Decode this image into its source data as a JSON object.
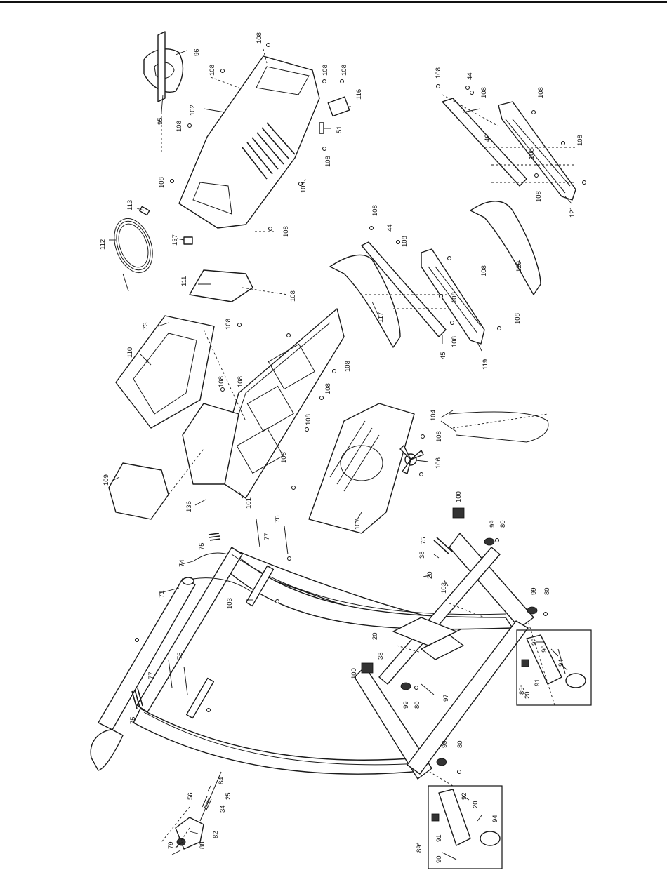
{
  "callouts": [
    {
      "id": "c108a",
      "text": "108"
    },
    {
      "id": "c108b",
      "text": "108"
    },
    {
      "id": "c108c",
      "text": "108"
    },
    {
      "id": "c108d",
      "text": "108"
    },
    {
      "id": "c108e",
      "text": "108"
    },
    {
      "id": "c108f",
      "text": "108"
    },
    {
      "id": "c108g",
      "text": "108"
    },
    {
      "id": "c108h",
      "text": "108"
    },
    {
      "id": "c108i",
      "text": "108"
    },
    {
      "id": "c108j",
      "text": "108"
    },
    {
      "id": "c108k",
      "text": "108"
    },
    {
      "id": "c108l",
      "text": "108"
    },
    {
      "id": "c108m",
      "text": "108"
    },
    {
      "id": "c108n",
      "text": "108"
    },
    {
      "id": "c108o",
      "text": "108"
    },
    {
      "id": "c108p",
      "text": "108"
    },
    {
      "id": "c108q",
      "text": "108"
    },
    {
      "id": "c108r",
      "text": "108"
    },
    {
      "id": "c108s",
      "text": "108"
    },
    {
      "id": "c108t",
      "text": "108"
    },
    {
      "id": "c108u",
      "text": "108"
    },
    {
      "id": "c108v",
      "text": "108"
    },
    {
      "id": "c108w",
      "text": "108"
    },
    {
      "id": "c108x",
      "text": "108"
    },
    {
      "id": "c108y",
      "text": "108"
    },
    {
      "id": "c108z",
      "text": "108"
    },
    {
      "id": "c108aa",
      "text": "108"
    },
    {
      "id": "c108ab",
      "text": "108"
    },
    {
      "id": "c108ac",
      "text": "108"
    },
    {
      "id": "c108ad",
      "text": "108"
    },
    {
      "id": "c96",
      "text": "96"
    },
    {
      "id": "c95",
      "text": "95"
    },
    {
      "id": "c102",
      "text": "102"
    },
    {
      "id": "c116",
      "text": "116"
    },
    {
      "id": "c51",
      "text": "51"
    },
    {
      "id": "c44a",
      "text": "44"
    },
    {
      "id": "c44b",
      "text": "44"
    },
    {
      "id": "c46",
      "text": "46"
    },
    {
      "id": "c45",
      "text": "45"
    },
    {
      "id": "c121",
      "text": "121"
    },
    {
      "id": "c120",
      "text": "120"
    },
    {
      "id": "c119",
      "text": "119"
    },
    {
      "id": "c117",
      "text": "117"
    },
    {
      "id": "c113",
      "text": "113"
    },
    {
      "id": "c112",
      "text": "112"
    },
    {
      "id": "c137",
      "text": "137"
    },
    {
      "id": "c111",
      "text": "111"
    },
    {
      "id": "c73",
      "text": "73"
    },
    {
      "id": "c110",
      "text": "110"
    },
    {
      "id": "c109",
      "text": "109"
    },
    {
      "id": "c101",
      "text": "101"
    },
    {
      "id": "c136",
      "text": "136"
    },
    {
      "id": "c104",
      "text": "104"
    },
    {
      "id": "c106",
      "text": "106"
    },
    {
      "id": "c107",
      "text": "107"
    },
    {
      "id": "c100a",
      "text": "100"
    },
    {
      "id": "c100b",
      "text": "100"
    },
    {
      "id": "c99a",
      "text": "99"
    },
    {
      "id": "c99b",
      "text": "99"
    },
    {
      "id": "c99c",
      "text": "99"
    },
    {
      "id": "c99d",
      "text": "99"
    },
    {
      "id": "c80a",
      "text": "80"
    },
    {
      "id": "c80b",
      "text": "80"
    },
    {
      "id": "c80c",
      "text": "80"
    },
    {
      "id": "c80d",
      "text": "80"
    },
    {
      "id": "c75a",
      "text": "75"
    },
    {
      "id": "c75b",
      "text": "75"
    },
    {
      "id": "c75c",
      "text": "75"
    },
    {
      "id": "c76a",
      "text": "76"
    },
    {
      "id": "c76b",
      "text": "76"
    },
    {
      "id": "c77a",
      "text": "77"
    },
    {
      "id": "c77b",
      "text": "77"
    },
    {
      "id": "c74",
      "text": "74"
    },
    {
      "id": "c71",
      "text": "71"
    },
    {
      "id": "c103a",
      "text": "103"
    },
    {
      "id": "c103b",
      "text": "103"
    },
    {
      "id": "c38a",
      "text": "38"
    },
    {
      "id": "c38b",
      "text": "38"
    },
    {
      "id": "c20a",
      "text": "20"
    },
    {
      "id": "c20b",
      "text": "20"
    },
    {
      "id": "c20c",
      "text": "20"
    },
    {
      "id": "c20d",
      "text": "20"
    },
    {
      "id": "c97",
      "text": "97"
    },
    {
      "id": "c92a",
      "text": "92"
    },
    {
      "id": "c92b",
      "text": "92"
    },
    {
      "id": "c90a",
      "text": "90"
    },
    {
      "id": "c90b",
      "text": "90"
    },
    {
      "id": "c94a",
      "text": "94"
    },
    {
      "id": "c94b",
      "text": "94"
    },
    {
      "id": "c91a",
      "text": "91"
    },
    {
      "id": "c91b",
      "text": "91"
    },
    {
      "id": "c89a",
      "text": "89*"
    },
    {
      "id": "c89b",
      "text": "89*"
    },
    {
      "id": "c84",
      "text": "84"
    },
    {
      "id": "c56",
      "text": "56"
    },
    {
      "id": "c25",
      "text": "25"
    },
    {
      "id": "c34",
      "text": "34"
    },
    {
      "id": "c82",
      "text": "82"
    },
    {
      "id": "c88",
      "text": "88"
    },
    {
      "id": "c79",
      "text": "79"
    }
  ]
}
